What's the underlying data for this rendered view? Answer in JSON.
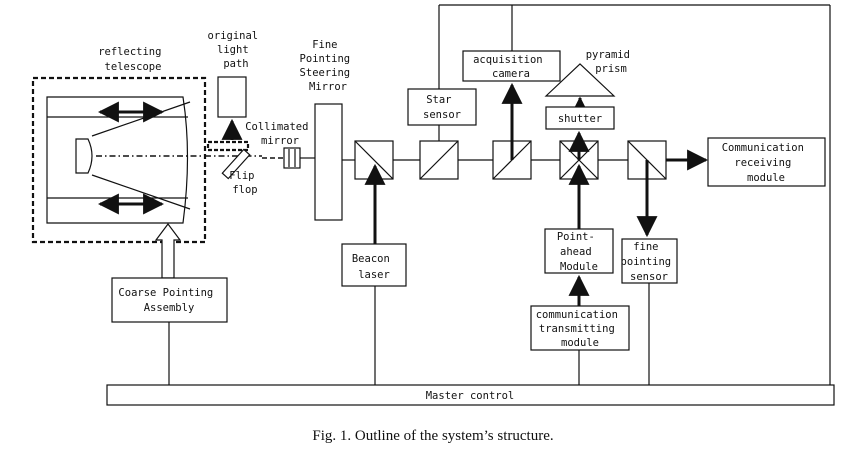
{
  "diagram": {
    "labels": {
      "reflecting_telescope": [
        "reflecting",
        "telescope"
      ],
      "original_light_path": [
        "original",
        "light",
        "path"
      ],
      "fine_pointing_steering_mirror": [
        "Fine",
        "Pointing",
        "Steering",
        "Mirror"
      ],
      "pyramid_prism": [
        "pyramid",
        "prism"
      ],
      "collimated_mirror": [
        "Collimated",
        "mirror"
      ],
      "flip_flop": [
        "Flip",
        "flop"
      ]
    },
    "boxes": {
      "acquisition_camera": [
        "acquisition",
        "camera"
      ],
      "star_sensor": [
        "Star",
        "sensor"
      ],
      "shutter": [
        "shutter"
      ],
      "communication_receiving_module": [
        "Communication",
        "receiving",
        "module"
      ],
      "beacon_laser": [
        "Beacon",
        "laser"
      ],
      "point_ahead_module": [
        "Point-",
        "ahead",
        "Module"
      ],
      "fine_pointing_sensor": [
        "fine",
        "pointing",
        "sensor"
      ],
      "communication_transmitting_module": [
        "communication",
        "transmitting",
        "module"
      ],
      "coarse_pointing_assembly": [
        "Coarse Pointing",
        "Assembly"
      ],
      "master_control": [
        "Master control"
      ]
    },
    "caption": "Fig. 1. Outline of the system’s structure."
  }
}
